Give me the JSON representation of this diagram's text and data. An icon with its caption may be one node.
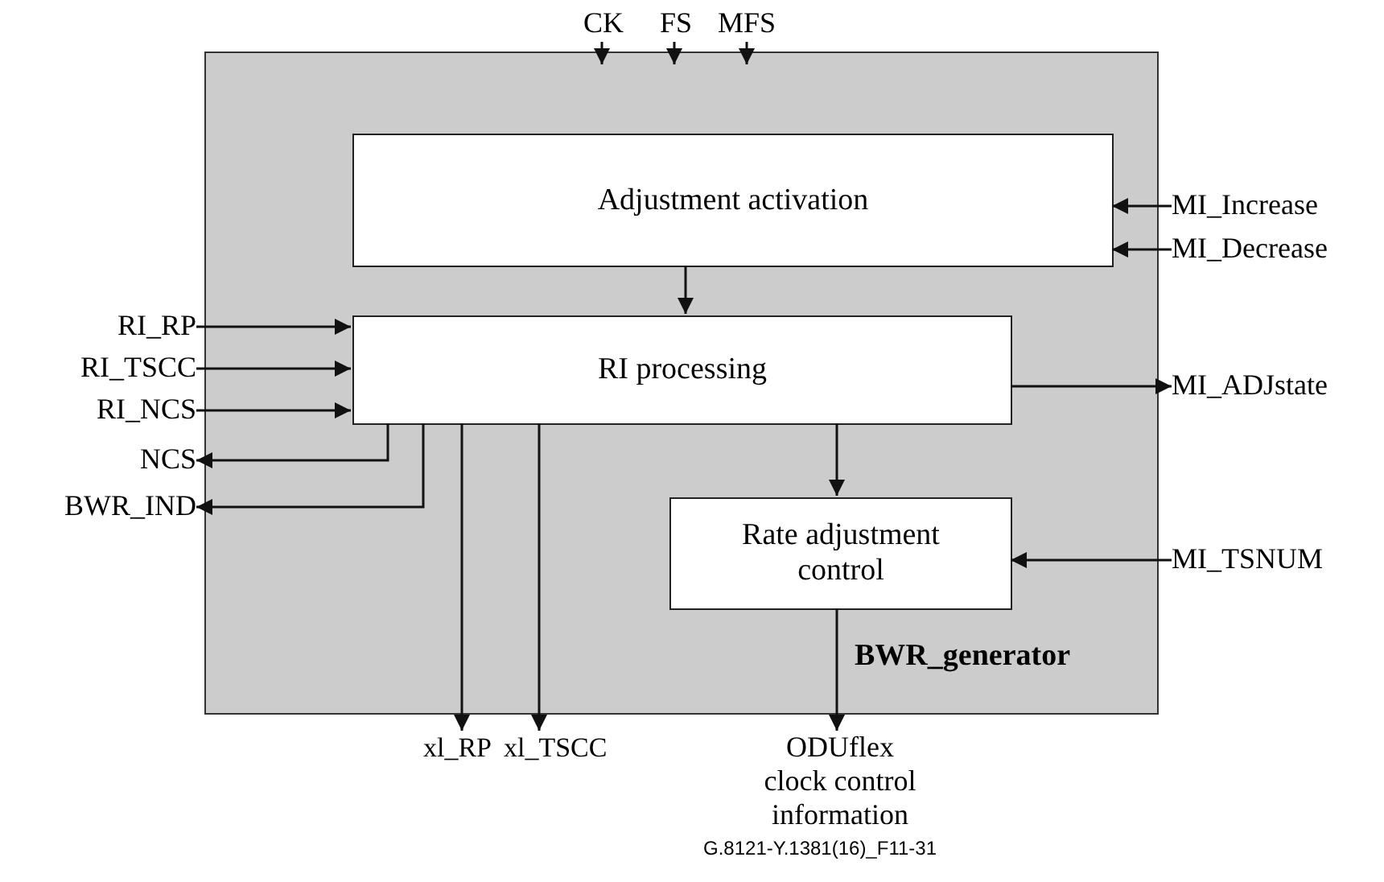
{
  "diagram": {
    "nodes": [
      {
        "text": [
          "BWR_generator"
        ]
      },
      {
        "text": [
          "Adjustment activation"
        ],
        "in": 0
      },
      {
        "text": [
          "RI processing"
        ],
        "in": 0
      },
      {
        "text": [
          "Rate adjustment control"
        ],
        "in": 0
      },
      {
        "text": [
          "CK"
        ]
      },
      {
        "text": [
          "FS"
        ]
      },
      {
        "text": [
          "MFS"
        ]
      },
      {
        "text": [
          "MI_Increase"
        ]
      },
      {
        "text": [
          "MI_Decrease"
        ]
      },
      {
        "text": [
          "RI_RP"
        ]
      },
      {
        "text": [
          "RI_TSCC"
        ]
      },
      {
        "text": [
          "RI_NCS"
        ]
      },
      {
        "text": [
          "NCS"
        ]
      },
      {
        "text": [
          "BWR_IND"
        ]
      },
      {
        "text": [
          "MI_ADJstate"
        ]
      },
      {
        "text": [
          "MI_TSNUM"
        ]
      },
      {
        "text": [
          "xl_RP"
        ]
      },
      {
        "text": [
          "xl_TSCC"
        ]
      },
      {
        "text": [
          "ODUflex clock control information"
        ]
      }
    ],
    "edges": [
      {
        "from": 4,
        "to": 0,
        "arrow": "to"
      },
      {
        "from": 5,
        "to": 0,
        "arrow": "to"
      },
      {
        "from": 6,
        "to": 0,
        "arrow": "to"
      },
      {
        "from": 7,
        "to": 1,
        "arrow": "to"
      },
      {
        "from": 8,
        "to": 1,
        "arrow": "to"
      },
      {
        "from": 1,
        "to": 2,
        "arrow": "to"
      },
      {
        "from": 9,
        "to": 2,
        "arrow": "to"
      },
      {
        "from": 10,
        "to": 2,
        "arrow": "to"
      },
      {
        "from": 11,
        "to": 2,
        "arrow": "to"
      },
      {
        "from": 2,
        "to": 12,
        "arrow": "to"
      },
      {
        "from": 2,
        "to": 13,
        "arrow": "to"
      },
      {
        "from": 2,
        "to": 14,
        "arrow": "to"
      },
      {
        "from": 2,
        "to": 3,
        "arrow": "to"
      },
      {
        "from": 15,
        "to": 3,
        "arrow": "to"
      },
      {
        "from": 2,
        "to": 16,
        "arrow": "to"
      },
      {
        "from": 2,
        "to": 17,
        "arrow": "to"
      },
      {
        "from": 3,
        "to": 18,
        "arrow": "to"
      }
    ],
    "labels": [
      "G.8121-Y.1381(16)_F11-31"
    ]
  }
}
